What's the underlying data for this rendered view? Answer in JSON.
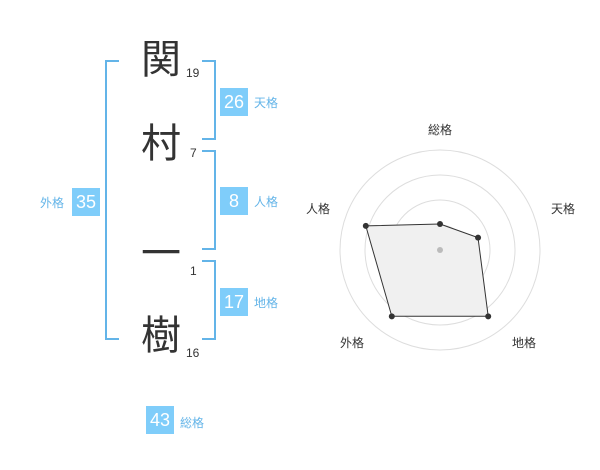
{
  "name": {
    "chars": [
      "関",
      "村",
      "一",
      "樹"
    ],
    "strokes": [
      "19",
      "7",
      "1",
      "16"
    ]
  },
  "fortune": {
    "tenkaku": {
      "value": "26",
      "label": "天格"
    },
    "jinkaku": {
      "value": "8",
      "label": "人格"
    },
    "chikaku": {
      "value": "17",
      "label": "地格"
    },
    "gaikaku": {
      "value": "35",
      "label": "外格"
    },
    "soukaku": {
      "value": "43",
      "label": "総格"
    }
  },
  "colors": {
    "accent": "#7fcdfa",
    "bracket": "#63b4e8",
    "text": "#333333"
  },
  "chart_data": {
    "type": "radar",
    "axes": [
      "総格",
      "天格",
      "地格",
      "外格",
      "人格"
    ],
    "values": [
      0.26,
      0.4,
      0.82,
      0.82,
      0.78
    ],
    "range": [
      0,
      1
    ],
    "rings": 4
  }
}
